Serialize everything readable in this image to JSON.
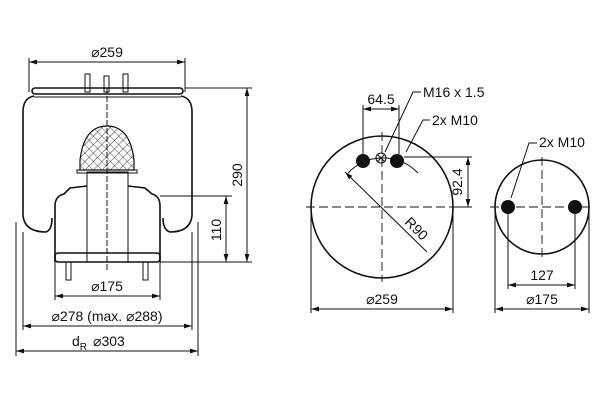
{
  "side_view": {
    "top_diameter": "⌀259",
    "height": "290",
    "piston_height": "110",
    "piston_diameter": "⌀175",
    "bellow_diameter": "⌀278 (max. ⌀288)",
    "dr_label": "d",
    "dr_sub": "R",
    "dr_diameter": "⌀303"
  },
  "top_plate_view": {
    "spacing": "64.5",
    "center_thread": "M16 x 1.5",
    "bolts": "2x M10",
    "offset": "92.4",
    "radius": "R90",
    "diameter": "⌀259"
  },
  "bottom_plate_view": {
    "bolts": "2x M10",
    "spacing": "127",
    "diameter": "⌀175"
  }
}
